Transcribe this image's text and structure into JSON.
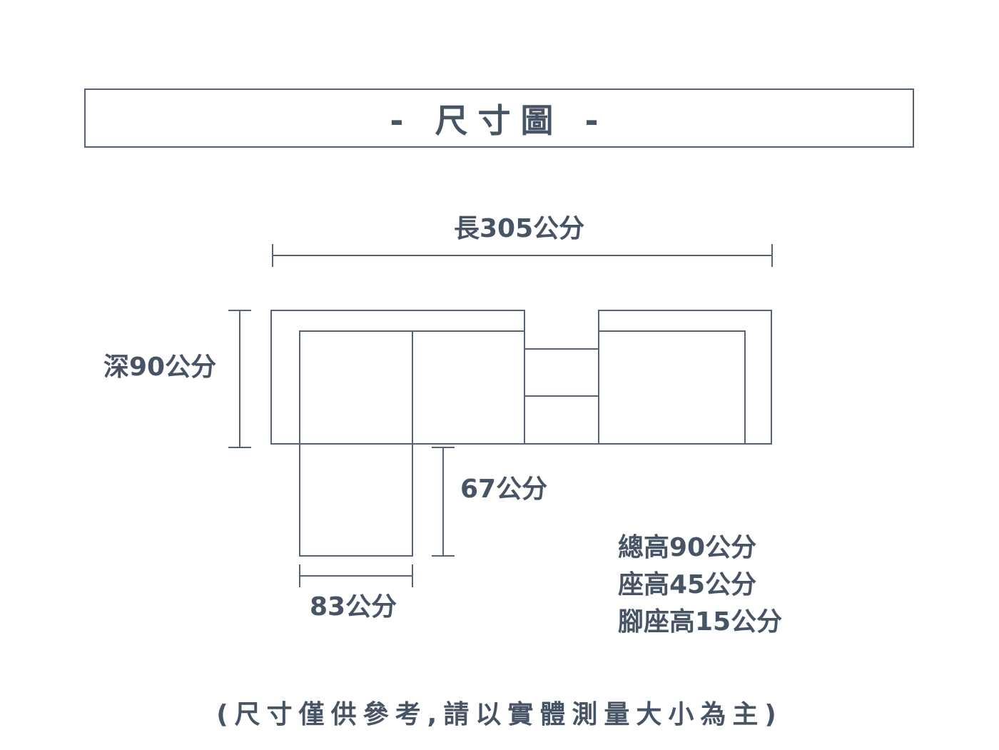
{
  "title": "- 尺寸圖 -",
  "dimensions": {
    "length": "長305公分",
    "depth": "深90公分",
    "chaise_length": "67公分",
    "chaise_width": "83公分"
  },
  "specs": [
    "總高90公分",
    "座高45公分",
    "腳座高15公分"
  ],
  "footnote": "(尺寸僅供參考,請以實體測量大小為主)",
  "colors": {
    "line": "#566374",
    "text": "#475466",
    "background": "#ffffff"
  }
}
